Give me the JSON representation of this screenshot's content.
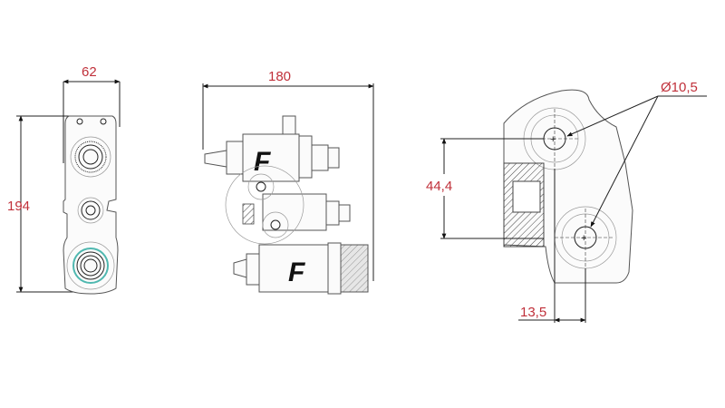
{
  "drawing": {
    "views": {
      "side": {
        "width_label": "62",
        "height_label": "194",
        "accent_ring_color": "#4fb8b0"
      },
      "front": {
        "width_label": "180",
        "logo_top": "F",
        "logo_bottom": "F"
      },
      "detail": {
        "hole_diameter_label": "Ø10,5",
        "vertical_spacing_label": "44,4",
        "horizontal_offset_label": "13,5"
      }
    },
    "dimension_color": "#c0303a",
    "line_color": "#222222"
  }
}
